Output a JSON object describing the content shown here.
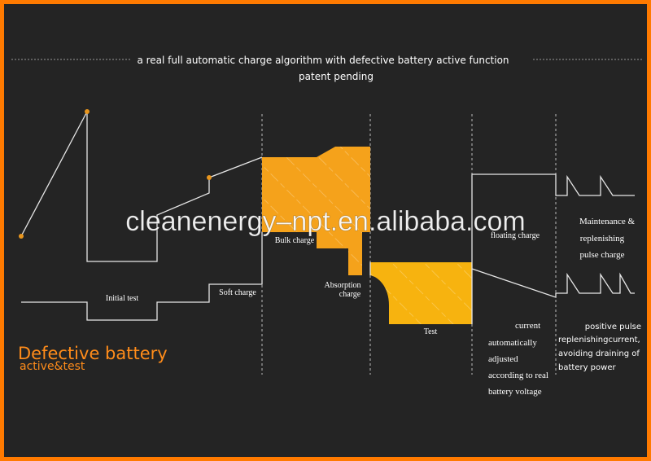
{
  "header": {
    "line1": "a real full automatic charge algorithm with defective battery active function",
    "line2": "patent pending"
  },
  "watermark": "cleanenergy–npt.en.alibaba.com",
  "stage_labels": {
    "initial_test": "Initial test",
    "soft_charge": "Soft charge",
    "bulk_charge": "Bulk charge",
    "absorption": "Absorption",
    "absorption_2": "charge",
    "test": "Test",
    "floating_charge": "floating charge",
    "maintenance_1": "Maintenance &",
    "maintenance_2": "replenishing",
    "maintenance_3": "pulse charge"
  },
  "notes": {
    "current_1": "current",
    "current_2": "automatically",
    "current_3": "adjusted",
    "current_4": "according to real",
    "current_5": "battery voltage",
    "pulse_1": "positive pulse",
    "pulse_2": "replenishingcurrent,",
    "pulse_3": "avoiding draining of",
    "pulse_4": "battery power"
  },
  "defective": {
    "line1": "Defective battery",
    "line2": "active&test"
  },
  "colors": {
    "background": "#242424",
    "border": "#ff7a00",
    "line": "#e6e6e6",
    "bulk_fill": "#f5a21b",
    "test_fill": "#f7b30f",
    "dot": "#e8961e",
    "defective_text": "#ff8c1a"
  }
}
